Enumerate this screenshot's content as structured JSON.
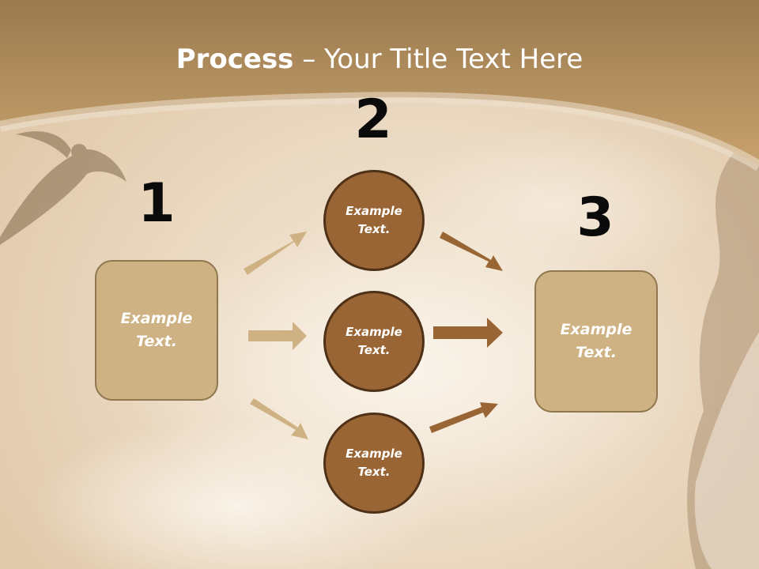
{
  "title": {
    "bold": "Process",
    "rest": " – Your Title Text Here"
  },
  "steps": [
    {
      "number": "1",
      "text": "Example Text."
    },
    {
      "number": "2",
      "nodes": [
        "Example Text.",
        "Example Text.",
        "Example Text."
      ]
    },
    {
      "number": "3",
      "text": "Example Text."
    }
  ],
  "colors": {
    "header_band": "#b6915f",
    "box_fill": "#cfb283",
    "circle_fill": "#9a6535",
    "arrow_light": "#cfb283",
    "arrow_dark": "#9a6535"
  }
}
